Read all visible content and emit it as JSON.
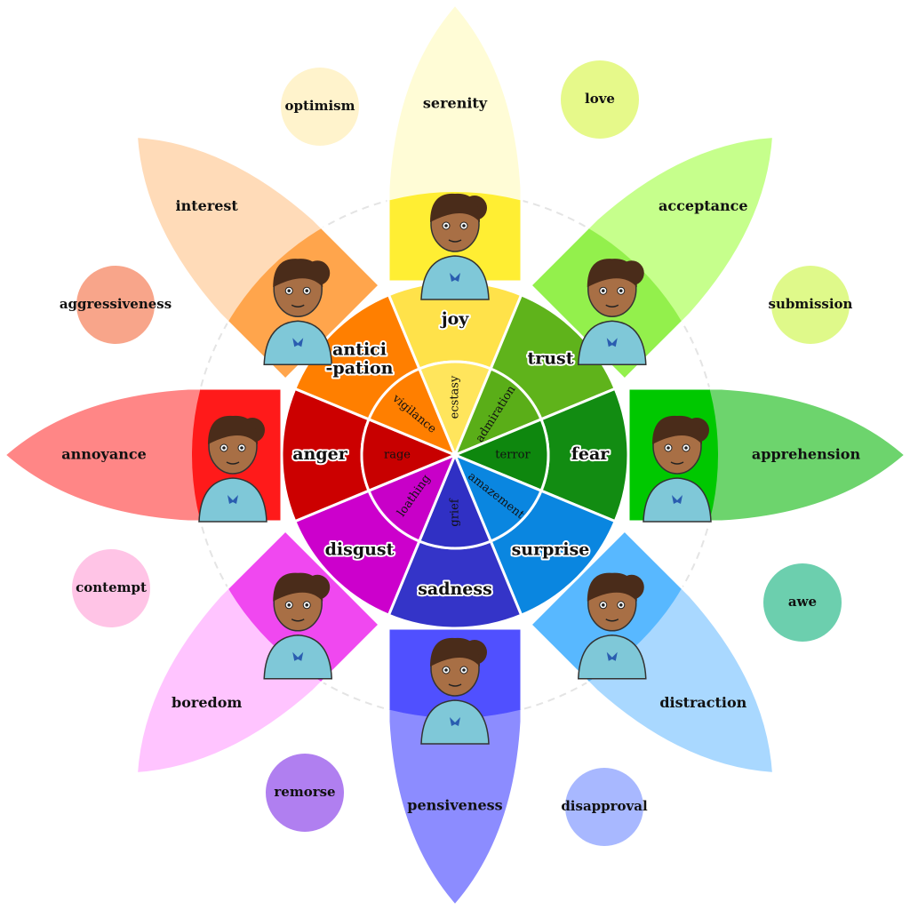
{
  "title": "Wheel of Emotions",
  "emotions": [
    {
      "primary": "joy",
      "mild": "serenity",
      "intense": "ecstasy",
      "primary_color": "#FFE24A",
      "ring_color": "#FFEE33",
      "mild_color": "#FFFCD6",
      "intense_color": "#FFE55C"
    },
    {
      "primary": "trust",
      "mild": "acceptance",
      "intense": "admiration",
      "primary_color": "#5FB31B",
      "ring_color": "#93F04C",
      "mild_color": "#C6FF8C",
      "intense_color": "#5AAE18"
    },
    {
      "primary": "fear",
      "mild": "apprehension",
      "intense": "terror",
      "primary_color": "#128C12",
      "ring_color": "#00C800",
      "mild_color": "#6DD46D",
      "intense_color": "#0E870E"
    },
    {
      "primary": "surprise",
      "mild": "distraction",
      "intense": "amazement",
      "primary_color": "#0A86E0",
      "ring_color": "#58B8FF",
      "mild_color": "#A9D8FF",
      "intense_color": "#0A86E0"
    },
    {
      "primary": "sadness",
      "mild": "pensiveness",
      "intense": "grief",
      "primary_color": "#3434C8",
      "ring_color": "#5050FF",
      "mild_color": "#8C8CFF",
      "intense_color": "#3030C4"
    },
    {
      "primary": "disgust",
      "mild": "boredom",
      "intense": "loathing",
      "primary_color": "#CC00CC",
      "ring_color": "#F048F0",
      "mild_color": "#FFC4FF",
      "intense_color": "#C800C8"
    },
    {
      "primary": "anger",
      "mild": "annoyance",
      "intense": "rage",
      "primary_color": "#CC0000",
      "ring_color": "#FF1A1A",
      "mild_color": "#FF8686",
      "intense_color": "#C80000"
    },
    {
      "primary": "antici\n-pation",
      "mild": "interest",
      "intense": "vigilance",
      "primary_color": "#FF7F00",
      "ring_color": "#FFA54C",
      "mild_color": "#FFDBB8",
      "intense_color": "#FF7F00"
    }
  ],
  "dyads": [
    {
      "label": "optimism",
      "color": "#FFF3CC"
    },
    {
      "label": "love",
      "color": "#E6F98A"
    },
    {
      "label": "submission",
      "color": "#DFF98A"
    },
    {
      "label": "awe",
      "color": "#6CCFAE"
    },
    {
      "label": "disapproval",
      "color": "#A8B8FF"
    },
    {
      "label": "remorse",
      "color": "#B07FF0"
    },
    {
      "label": "contempt",
      "color": "#FFC4E6"
    },
    {
      "label": "aggressiveness",
      "color": "#F8A58A"
    }
  ]
}
